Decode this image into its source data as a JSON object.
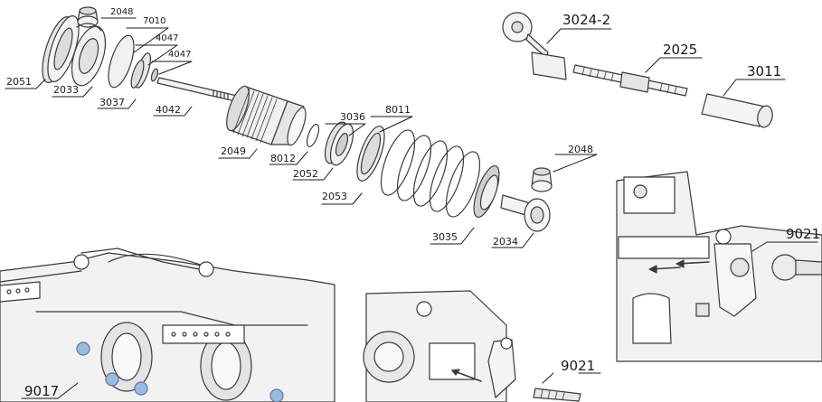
{
  "labels": {
    "p2048a": "2048",
    "p7010": "7010",
    "p4047a": "4047",
    "p4047b": "4047",
    "p2051": "2051",
    "p2033": "2033",
    "p3037": "3037",
    "p4042": "4042",
    "p2049": "2049",
    "p3036": "3036",
    "p8011": "8011",
    "p8012": "8012",
    "p2052": "2052",
    "p2053": "2053",
    "p2048b": "2048",
    "p3035": "3035",
    "p2034": "2034",
    "p3024": "3024-2",
    "p2025": "2025",
    "p3011": "3011",
    "p9021a": "9021",
    "p9021b": "9021",
    "p9017": "9017"
  },
  "colors": {
    "line": "#3a3a3a",
    "part_fill": "#f2f2f2",
    "part_shade": "#d8d8d8",
    "highlight_blue": "#9cb9de"
  }
}
